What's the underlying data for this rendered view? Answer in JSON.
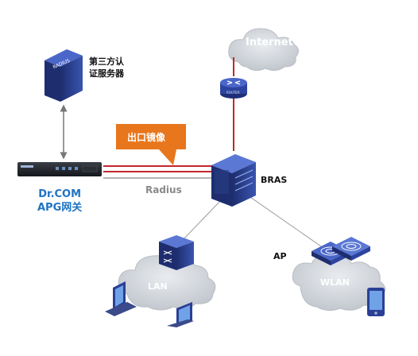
{
  "labels": {
    "internet": "Internet",
    "radius_server_line1": "第三方认",
    "radius_server_line2": "证服务器",
    "export_mirror": "出口镜像",
    "bras": "BRAS",
    "radius_link": "Radius",
    "gateway_line1": "Dr.COM",
    "gateway_line2": "APG网关",
    "ap": "AP",
    "lan": "LAN",
    "wlan": "WLAN",
    "router_tag": "ROUTER",
    "radius_box_tag": "RADIUS"
  },
  "colors": {
    "link_red": "#c0272d",
    "link_gray": "#8c8c8c",
    "callout_orange": "#e8761c",
    "cloud_gray": "#c8cdd3",
    "device_navy": "#263a86",
    "gateway_blue": "#1f73c2"
  },
  "icons": [
    "cloud-icon",
    "router-icon",
    "radius-server-icon",
    "gateway-appliance-icon",
    "bras-switch-icon",
    "lan-switch-icon",
    "access-point-icon",
    "desktop-pc-icon",
    "laptop-icon",
    "mobile-phone-icon"
  ]
}
